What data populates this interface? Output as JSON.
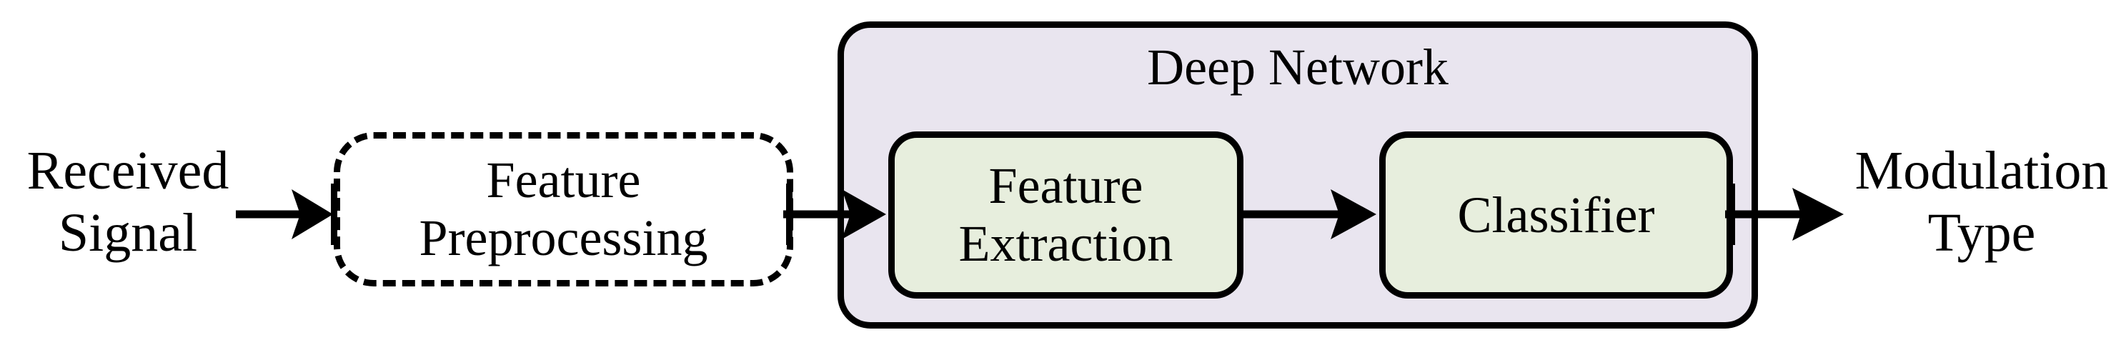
{
  "diagram": {
    "title": "Modulation recognition deep network pipeline",
    "colors": {
      "container_fill": "#e9e5ef",
      "block_fill": "#e7eedd",
      "stroke": "#000000",
      "background": "#ffffff"
    },
    "input_label": "Received\nSignal",
    "output_label": "Modulation\nType",
    "preprocessing_label": "Feature\nPreprocessing",
    "deep_network_title": "Deep Network",
    "feature_extraction_label": "Feature\nExtraction",
    "classifier_label": "Classifier",
    "arrows": {
      "signal_to_preprocessing": "arrow-right",
      "preprocessing_to_network": "arrow-right",
      "extraction_to_classifier": "arrow-right",
      "network_to_output": "arrow-right"
    }
  }
}
